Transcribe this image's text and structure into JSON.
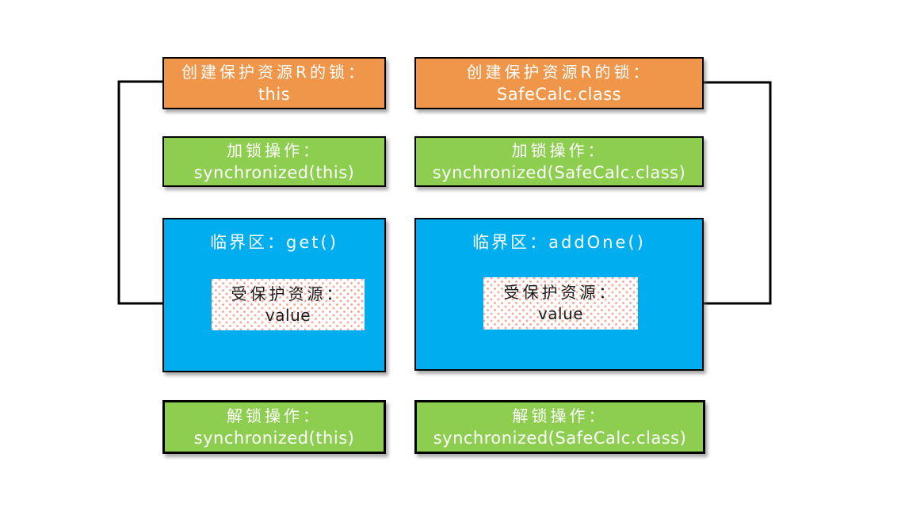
{
  "colors": {
    "canvas_bg": "#FFFFFF",
    "orange": "#F0964B",
    "green": "#8DCE50",
    "blue": "#00AEEF",
    "line": "#000000",
    "dot": "#F2AB9D",
    "text_light": "#FFFFFF",
    "text_dark": "#1A1A1A"
  },
  "columns": {
    "left": {
      "create_lock": {
        "line1": "创建保护资源R的锁：",
        "line2": "this"
      },
      "lock_op": {
        "line1": "加锁操作：",
        "line2": "synchronized(this)"
      },
      "critical": {
        "title": "临界区：get()"
      },
      "resource": {
        "line1": "受保护资源：",
        "line2": "value"
      },
      "unlock_op": {
        "line1": "解锁操作：",
        "line2": "synchronized(this)"
      }
    },
    "right": {
      "create_lock": {
        "line1": "创建保护资源R的锁：",
        "line2": "SafeCalc.class"
      },
      "lock_op": {
        "line1": "加锁操作：",
        "line2": "synchronized(SafeCalc.class)"
      },
      "critical": {
        "title": "临界区：addOne()"
      },
      "resource": {
        "line1": "受保护资源：",
        "line2": "value"
      },
      "unlock_op": {
        "line1": "解锁操作：",
        "line2": "synchronized(SafeCalc.class)"
      }
    }
  }
}
